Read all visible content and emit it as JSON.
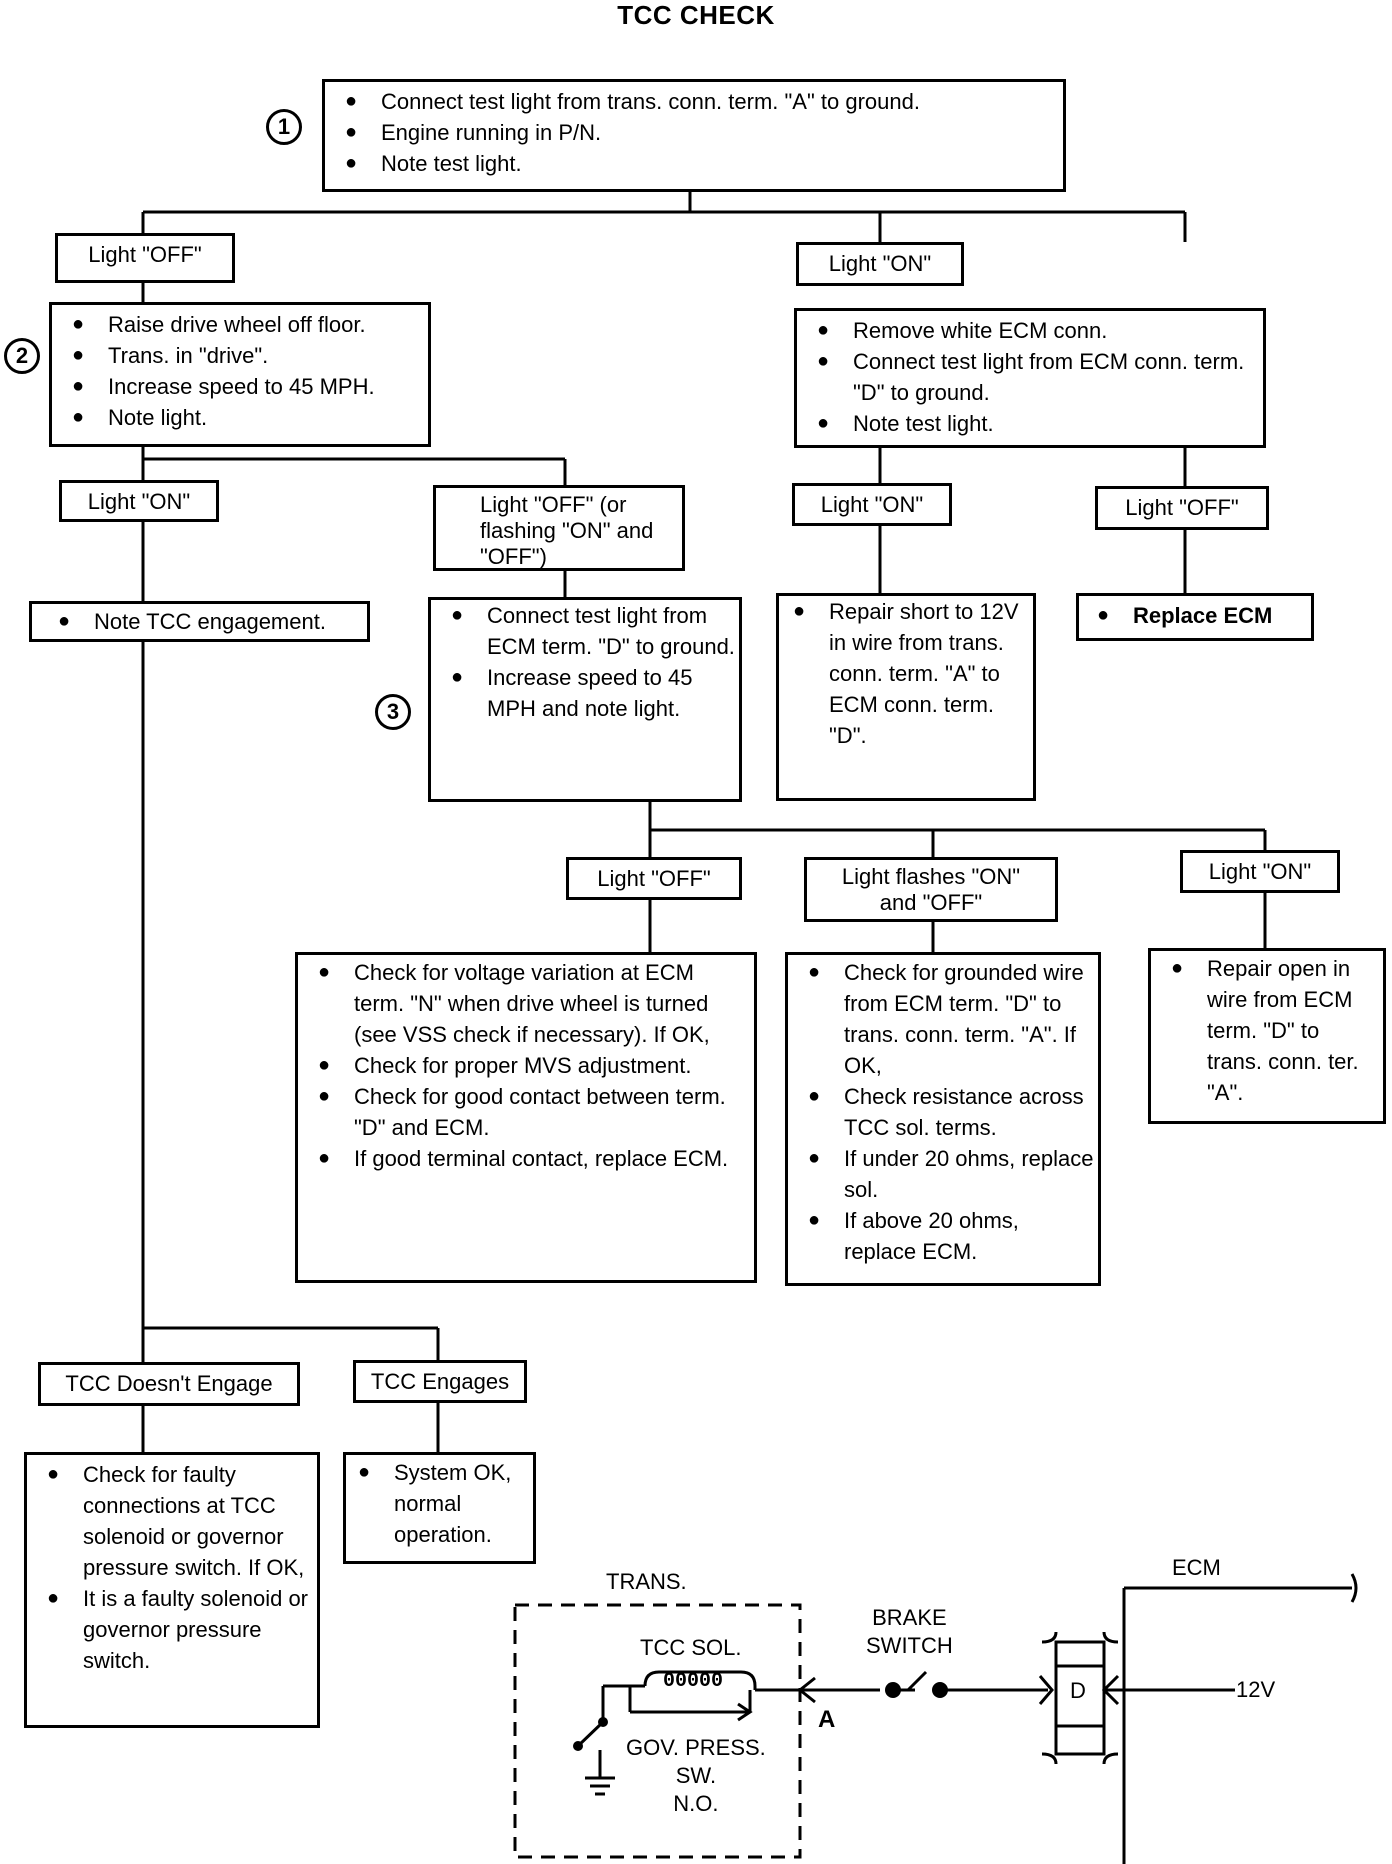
{
  "title": "TCC CHECK",
  "steps": {
    "one": "1",
    "two": "2",
    "three": "3"
  },
  "box1": {
    "items": [
      "Connect test light from trans. conn. term. \"A\" to ground.",
      "Engine running in P/N.",
      "Note test light."
    ]
  },
  "l_off_1": "Light \"OFF\"",
  "l_on_1": "Light \"ON\"",
  "box2": {
    "items": [
      "Raise drive wheel off floor.",
      "Trans. in \"drive\".",
      "Increase speed to 45 MPH.",
      "Note light."
    ]
  },
  "box_ecm": {
    "items": [
      "Remove white ECM conn.",
      "Connect test light from ECM conn. term. \"D\" to ground.",
      "Note test light."
    ]
  },
  "l_on_2": "Light \"ON\"",
  "l_off_flash": "Light \"OFF\" (or flashing \"ON\" and \"OFF\")",
  "l_on_3": "Light \"ON\"",
  "l_off_3": "Light \"OFF\"",
  "box_note_tcc": {
    "items": [
      "Note TCC engagement."
    ]
  },
  "box3": {
    "items": [
      "Connect test light from ECM term. \"D\" to ground.",
      "Increase speed to 45 MPH and note light."
    ]
  },
  "box_repair_short": {
    "items": [
      "Repair short to 12V in wire from trans. conn. term. \"A\" to ECM conn. term. \"D\"."
    ]
  },
  "box_replace_ecm": {
    "items": [
      "Replace ECM"
    ]
  },
  "l_off_4": "Light \"OFF\"",
  "l_flash": "Light flashes \"ON\" and \"OFF\"",
  "l_on_4": "Light \"ON\"",
  "box_voltage": {
    "items": [
      "Check for voltage variation at ECM term. \"N\" when drive wheel is turned (see VSS check if necessary). If OK,",
      "Check for proper MVS adjustment.",
      "Check for good contact between term. \"D\" and ECM.",
      "If good terminal contact, replace ECM."
    ]
  },
  "box_grounded": {
    "items": [
      "Check for grounded wire from ECM term. \"D\" to trans. conn. term. \"A\". If OK,",
      "Check resistance across TCC sol. terms.",
      "If under 20 ohms, replace sol.",
      "If above 20 ohms, replace ECM."
    ]
  },
  "box_repair_open": {
    "items": [
      "Repair open in wire from ECM term. \"D\" to trans. conn. ter. \"A\"."
    ]
  },
  "l_tcc_no": "TCC Doesn't Engage",
  "l_tcc_yes": "TCC Engages",
  "box_faulty": {
    "items": [
      "Check for faulty connections at TCC solenoid or governor pressure switch. If OK,",
      "It is a faulty solenoid or governor pressure switch."
    ]
  },
  "box_ok": {
    "items": [
      "System OK, normal operation."
    ]
  },
  "schematic": {
    "trans": "TRANS.",
    "tcc_sol": "TCC SOL.",
    "coil": "00000",
    "gov": "GOV. PRESS.\nSW.\nN.O.",
    "term_a": "A",
    "brake": "BRAKE\nSWITCH",
    "ecm": "ECM",
    "term_d": "D",
    "v12": "12V"
  }
}
